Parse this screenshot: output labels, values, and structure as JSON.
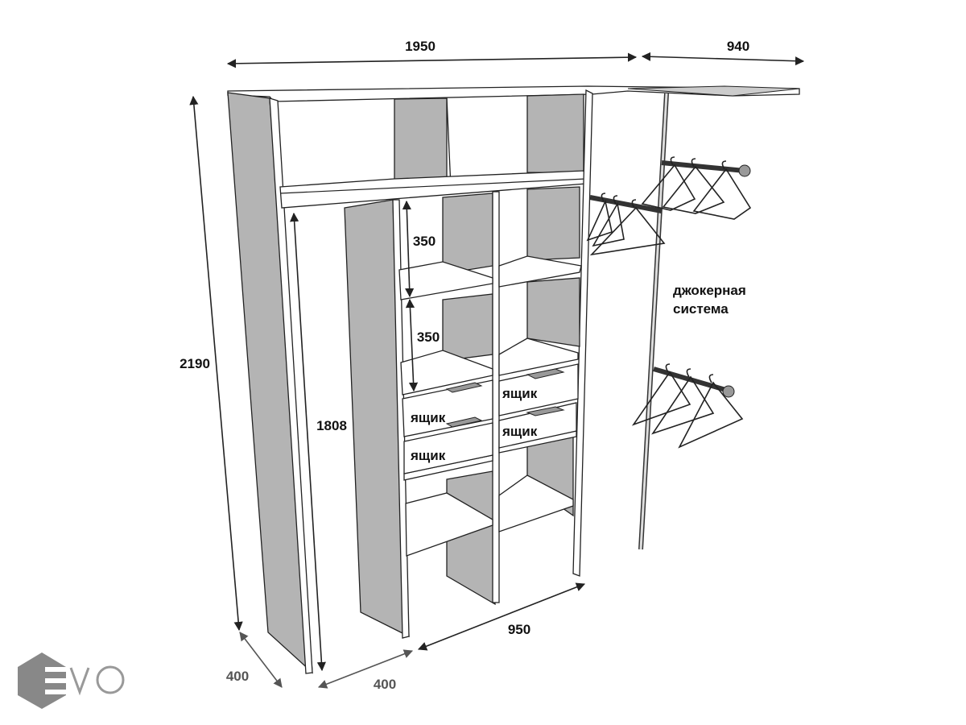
{
  "dimensions": {
    "total_width": "1950",
    "corner_width": "940",
    "height": "2190",
    "inner_height": "1808",
    "shelf_gap_1": "350",
    "shelf_gap_2": "350",
    "depth_side": "400",
    "depth_inner": "400",
    "section_width": "950"
  },
  "labels": {
    "joker_system_line1": "джокерная",
    "joker_system_line2": "система",
    "drawers": [
      "ящик",
      "ящик",
      "ящик",
      "ящик"
    ]
  },
  "logo": {
    "text": "EVO"
  },
  "colors": {
    "panel": "#b4b4b4",
    "logo": "#888888"
  }
}
